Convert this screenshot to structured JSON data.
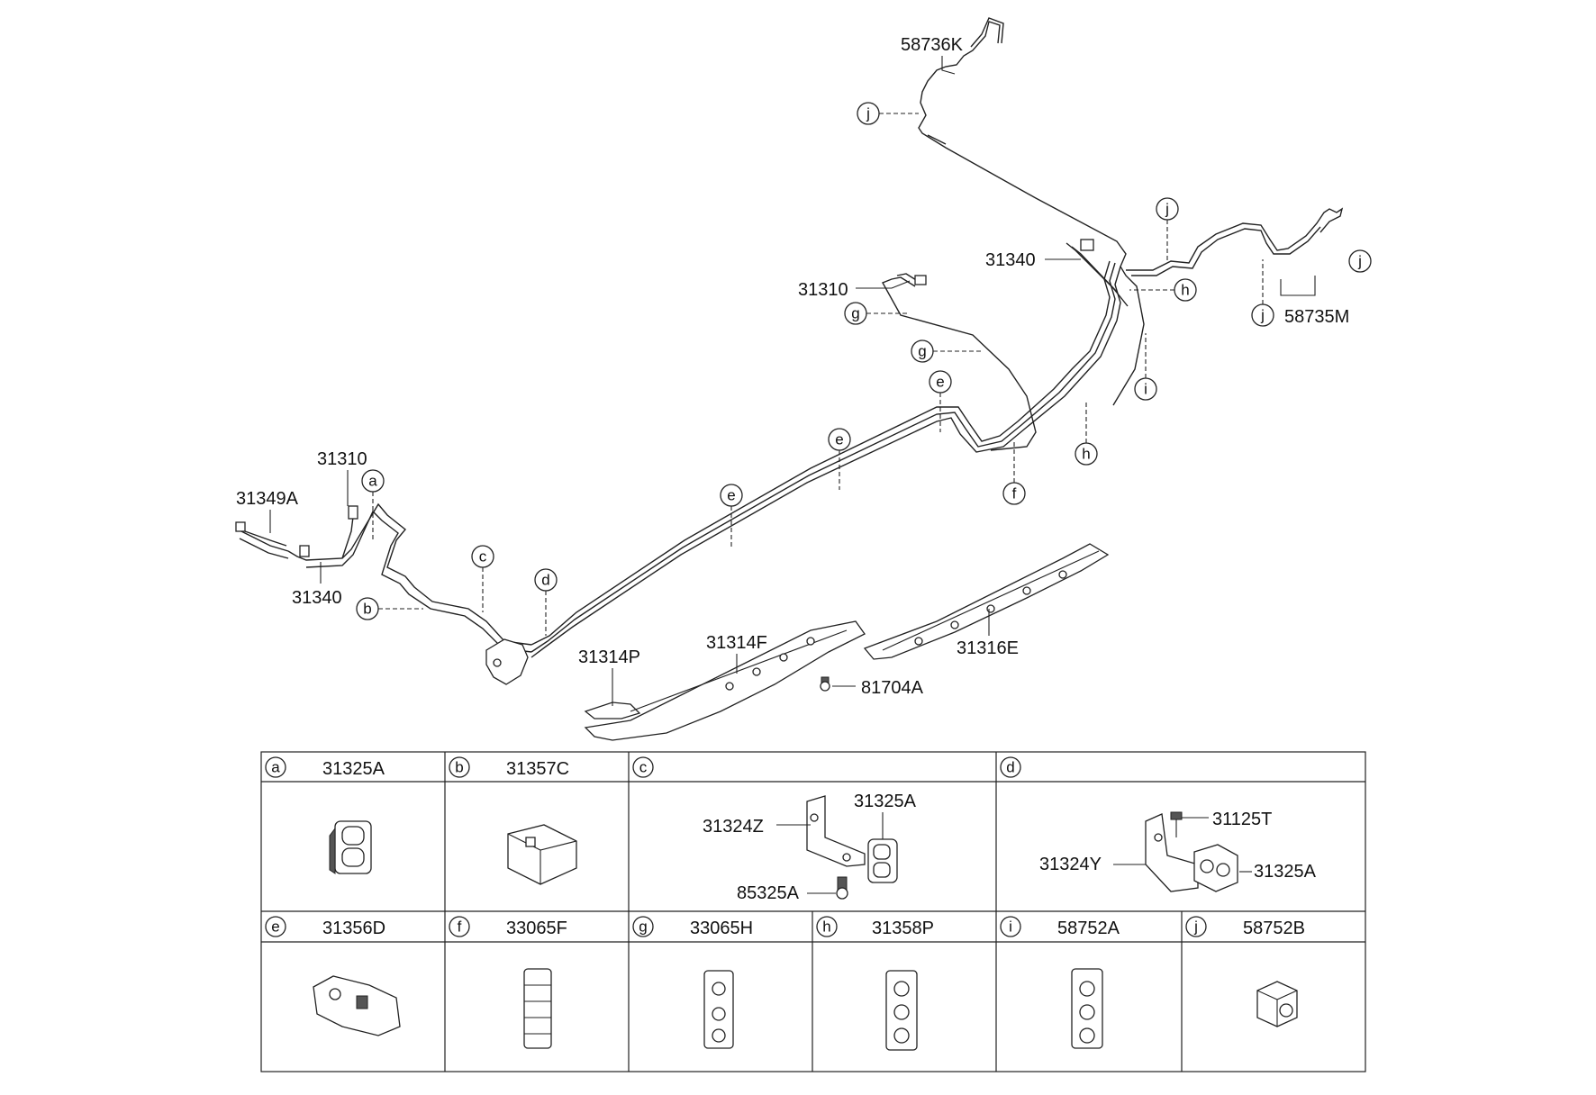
{
  "diagram_labels": {
    "l_58736K": "58736K",
    "l_31340_top": "31340",
    "l_31310_mid": "31310",
    "l_58735M": "58735M",
    "l_31310_left": "31310",
    "l_31349A": "31349A",
    "l_31340_left": "31340",
    "l_31314P": "31314P",
    "l_31314F": "31314F",
    "l_31316E": "31316E",
    "l_81704A": "81704A"
  },
  "callouts": {
    "j1": "j",
    "j2": "j",
    "j3": "j",
    "j4": "j",
    "h1": "h",
    "h2": "h",
    "i1": "i",
    "g1": "g",
    "g2": "g",
    "e1": "e",
    "e2": "e",
    "e3": "e",
    "f1": "f",
    "a1": "a",
    "b1": "b",
    "c1": "c",
    "d1": "d"
  },
  "table": {
    "row1": [
      {
        "letter": "a",
        "part": "31325A"
      },
      {
        "letter": "b",
        "part": "31357C"
      },
      {
        "letter": "c",
        "part": ""
      },
      {
        "letter": "d",
        "part": ""
      }
    ],
    "row2": [
      {
        "letter": "e",
        "part": "31356D"
      },
      {
        "letter": "f",
        "part": "33065F"
      },
      {
        "letter": "g",
        "part": "33065H"
      },
      {
        "letter": "h",
        "part": "31358P"
      },
      {
        "letter": "i",
        "part": "58752A"
      },
      {
        "letter": "j",
        "part": "58752B"
      }
    ],
    "cell_c": {
      "bracket": "31324Z",
      "clip": "31325A",
      "bolt": "85325A"
    },
    "cell_d": {
      "bolt": "31125T",
      "bracket": "31324Y",
      "clip": "31325A"
    }
  }
}
